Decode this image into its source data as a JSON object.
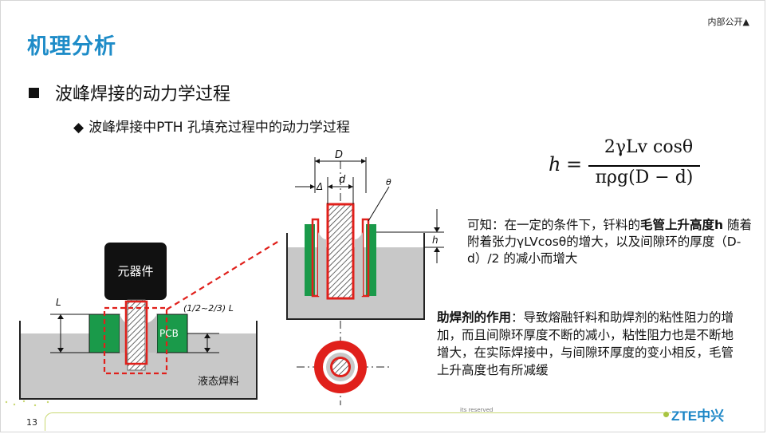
{
  "header": {
    "classification": "内部公开▲",
    "title": "机理分析"
  },
  "bullets": {
    "level1": "波峰焊接的动力学过程",
    "level2_marker": "◆",
    "level2": "波峰焊接中PTH 孔填充过程中的动力学过程"
  },
  "formula": {
    "lhs": "h",
    "eq": "=",
    "numerator": "2γLv cosθ",
    "denominator": "πρg(D − d)"
  },
  "figure_left": {
    "component_label": "元器件",
    "pcb_label": "PCB",
    "solder_label": "液态焊料",
    "L_label": "L",
    "ratio_label": "(1/2~2/3) L"
  },
  "figure_right": {
    "D_label": "D",
    "d_label": "d",
    "delta_label": "Δ",
    "theta_label": "θ",
    "h_label": "h"
  },
  "paragraph1": {
    "prefix": "可知：在一定的条件下，钎料的",
    "bold": "毛管上升高度h",
    "suffix": " 随着附着张力γLVcosθ的增大，以及间隙环的厚度（D-d）/2 的减小而增大"
  },
  "paragraph2": {
    "bold": "助焊剂的作用",
    "text": "：导致熔融钎料和助焊剂的粘性阻力的增加，而且间隙环厚度不断的减小，粘性阻力也是不断地增大，在实际焊接中，与间隙环厚度的变小相反，毛管上升高度也有所减缓"
  },
  "footer": {
    "page_number": "13",
    "rights": "its reserved",
    "logo": "ZTE中兴"
  },
  "colors": {
    "title_blue": "#1e8cc8",
    "pcb_green": "#1a9a4a",
    "highlight_red": "#e0201b",
    "solder_gray": "#c8c8c8",
    "footer_green": "#c9d873"
  }
}
